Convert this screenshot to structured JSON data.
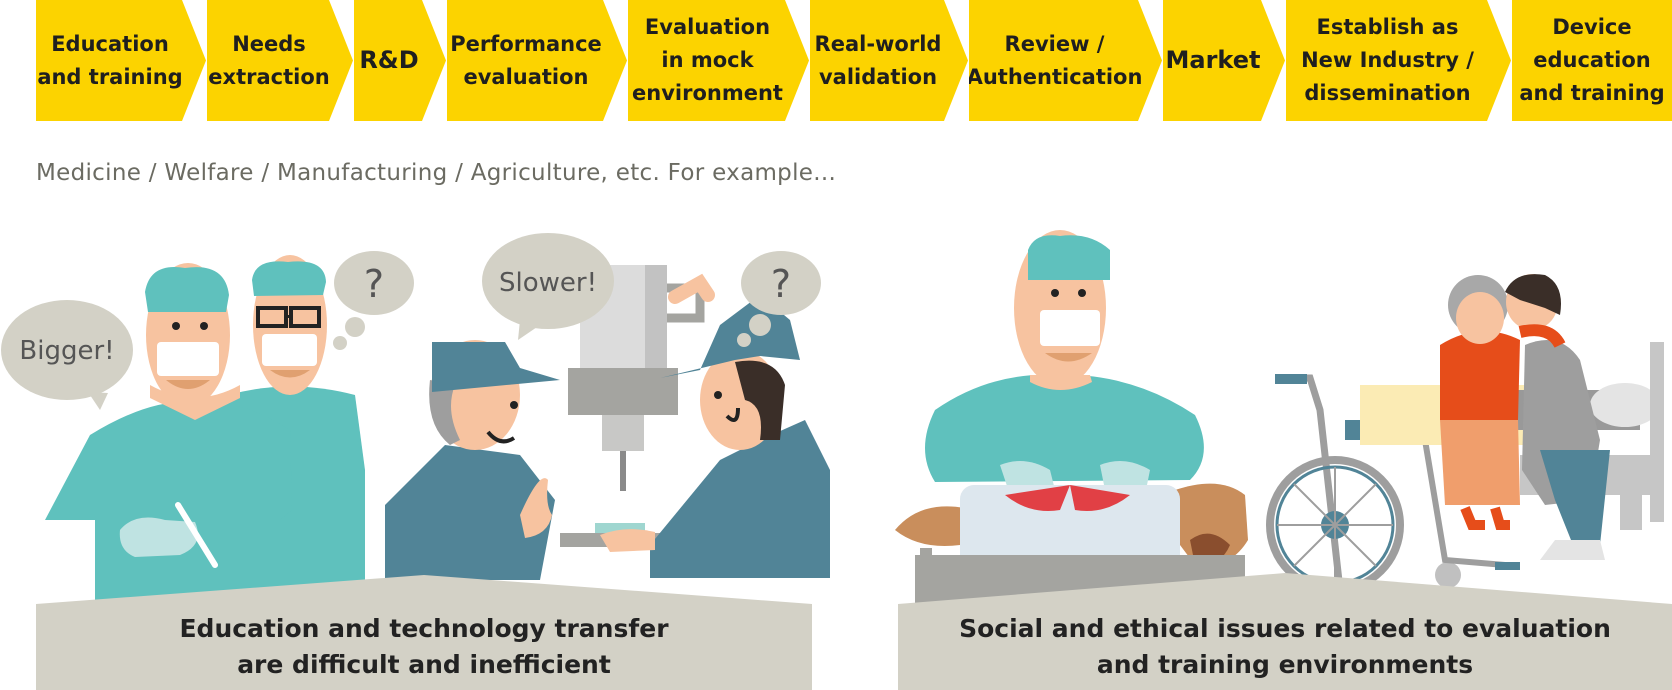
{
  "process": {
    "stages": [
      {
        "label": "Education\nand training"
      },
      {
        "label": "Needs\nextraction"
      },
      {
        "label": "R&D"
      },
      {
        "label": "Performance\nevaluation"
      },
      {
        "label": "Evaluation\nin mock\nenvironment"
      },
      {
        "label": "Real-world\nvalidation"
      },
      {
        "label": "Review /\nAuthentication"
      },
      {
        "label": "Market"
      },
      {
        "label": "Establish as\nNew Industry /\ndissemination"
      },
      {
        "label": "Device\neducation\nand training"
      }
    ]
  },
  "example_text": "Medicine / Welfare / Manufacturing / Agriculture, etc. For example...",
  "left_scene": {
    "bubble_bigger": "Bigger!",
    "bubble_question_1": "?",
    "bubble_slower": "Slower!",
    "bubble_question_2": "?",
    "caption": "Education and technology transfer\nare difficult and inefficient"
  },
  "right_scene": {
    "caption": "Social and ethical issues related to evaluation\nand training environments"
  },
  "colors": {
    "stage_yellow": "#FCD300",
    "scrub_teal": "#5FC1BD",
    "worker_blue": "#518497",
    "skin": "#F7C3A0",
    "caption_bg": "#D3D1C6",
    "bubble_gray": "#D3D1C6"
  }
}
